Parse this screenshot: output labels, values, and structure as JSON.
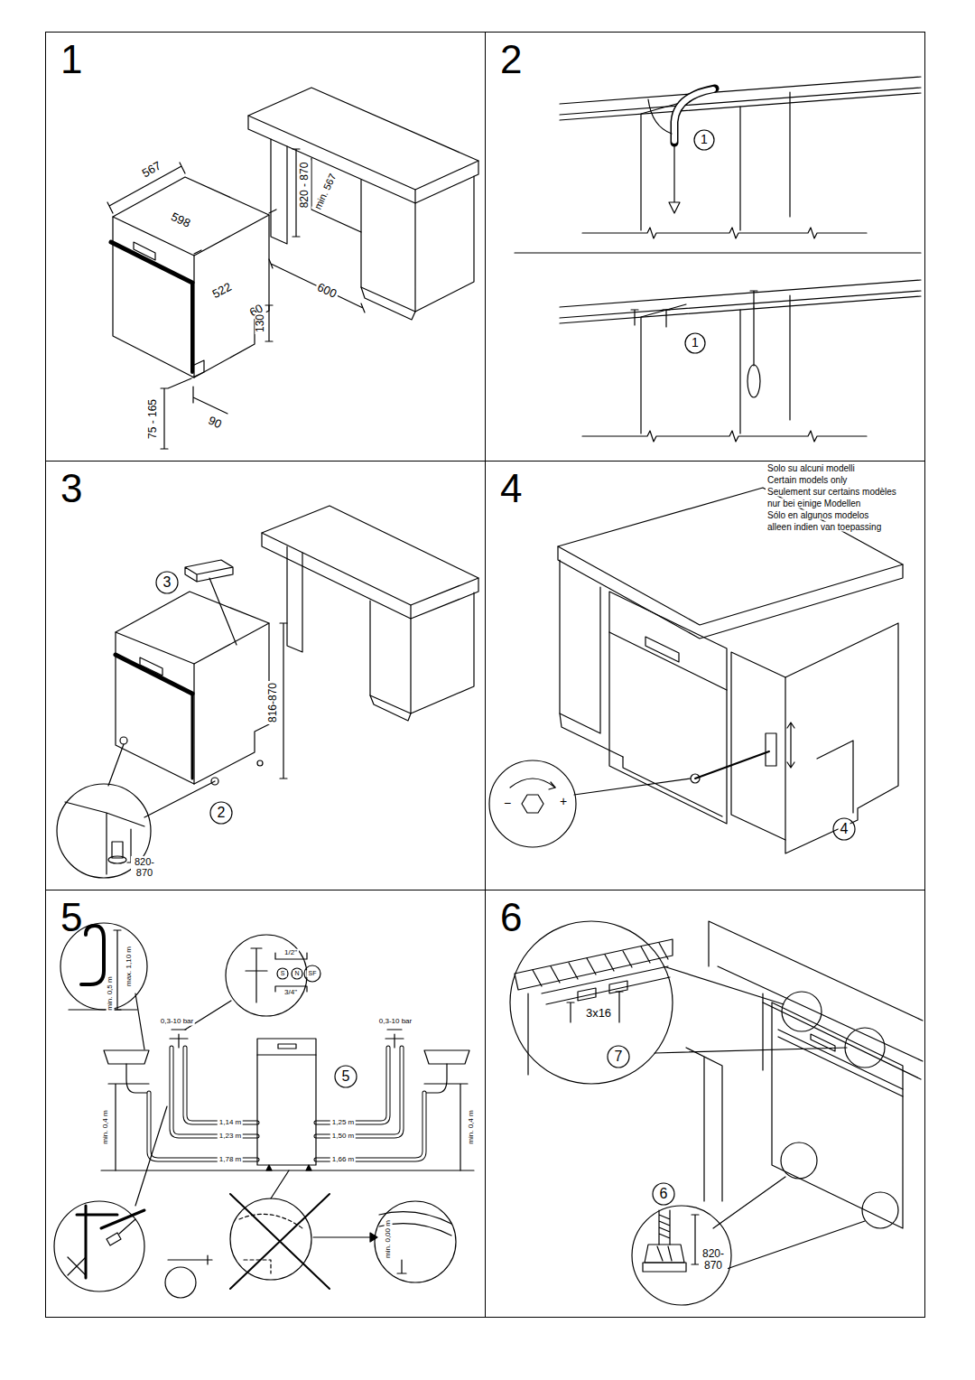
{
  "diagram": {
    "nodes": [
      {
        "text": [
          "1"
        ]
      },
      {
        "text": [
          "2"
        ]
      },
      {
        "text": [
          "3"
        ]
      },
      {
        "text": [
          "4"
        ]
      },
      {
        "text": [
          "5"
        ]
      },
      {
        "text": [
          "6"
        ]
      }
    ],
    "labels": [
      "567",
      "598",
      "820 - 870",
      "min. 567",
      "522",
      "600",
      "60",
      "130",
      "75 - 165",
      "90",
      "1",
      "1",
      "3",
      "816-870",
      "2",
      "820- 870",
      "Solo su alcuni modelli",
      "Certain models only",
      "Seulement sur certains modèles",
      "nur bei einige Modellen",
      "Sólo en algunos modelos",
      "alleen indien van toepassing",
      "−",
      "+",
      "4",
      "max. 1,10 m",
      "min. 0,5 m",
      "1/2\"",
      "S",
      "N",
      "SF",
      "3/4\"",
      "0,3-10 bar",
      "0,3-10 bar",
      "5",
      "min. 0,4 m",
      "min. 0,4 m",
      "1,14 m",
      "1,23 m",
      "1,78 m",
      "1,25 m",
      "1,50 m",
      "1,66 m",
      "min. 0,00 m",
      "3x16",
      "7",
      "6",
      "820- 870"
    ]
  }
}
